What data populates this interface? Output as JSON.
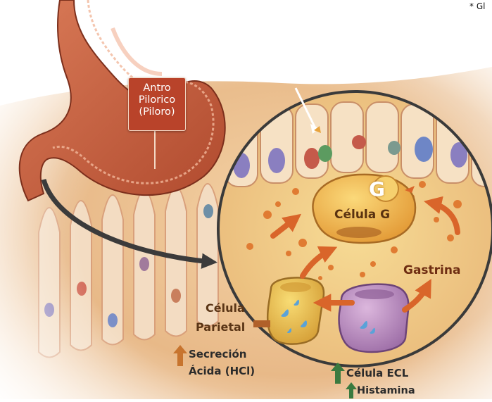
{
  "footnote": "* Gl",
  "stomach": {
    "label_lines": [
      "Antro",
      "Pilorico",
      "(Piloro)"
    ]
  },
  "cells": {
    "g_cell_letter": "G",
    "g_cell_label": "Célula G",
    "parietal_line1": "Célula",
    "parietal_line2": "Parietal",
    "ecl_label": "Célula ECL"
  },
  "hormones": {
    "gastrin": "Gastrina",
    "histamine": "Histamina"
  },
  "secretion": {
    "line1": "Secreción",
    "line2": "Ácida (HCl)"
  },
  "colors": {
    "gastrin_arrow": "#d9652a",
    "up_arrow_acid": "#c7742e",
    "up_arrow_ecl": "#3a7a3f",
    "antro_box": "#b9432a",
    "g_cell": "#f0b548",
    "parietal_cell": "#e9c14b",
    "ecl_cell": "#b58ab8",
    "tissue": "#efc99c"
  },
  "icons": [
    "stomach-illustration",
    "magnifier-circle",
    "droplet-icon",
    "up-arrow-icon"
  ]
}
